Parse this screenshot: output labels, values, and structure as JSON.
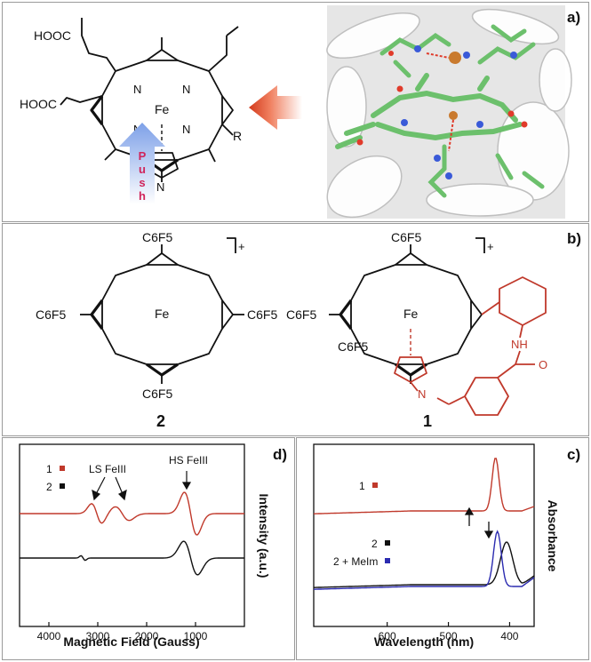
{
  "panels": {
    "a": {
      "label": "a)"
    },
    "b": {
      "label": "b)"
    },
    "c": {
      "label": "c)"
    },
    "d": {
      "label": "d)"
    }
  },
  "panel_a": {
    "acid_top": "HOOC",
    "acid_bottom": "HOOC",
    "fe": "Fe",
    "n": "N",
    "r": "R",
    "push": [
      "P",
      "u",
      "s",
      "h"
    ]
  },
  "panel_b": {
    "charge": "+",
    "c6f5": "C6F5",
    "fe": "Fe",
    "n": "N",
    "nh": "NH",
    "o": "O",
    "compound_1": "1",
    "compound_2": "2"
  },
  "chart_data": [
    {
      "type": "line",
      "panel": "c",
      "xlabel": "Wavelength (nm)",
      "ylabel": "Absorbance",
      "x_reversed": true,
      "xlim": [
        360,
        720
      ],
      "xticks": [
        400,
        500,
        600
      ],
      "series": [
        {
          "name": "1",
          "color": "#c0392b",
          "peak": 423
        },
        {
          "name": "2",
          "color": "#111111",
          "peak": 405
        },
        {
          "name": "2 + MeIm",
          "color": "#2b2bb0",
          "peak": 420
        }
      ]
    },
    {
      "type": "line",
      "panel": "d",
      "xlabel": "Magnetic Field (Gauss)",
      "ylabel": "Intensity (a.u.)",
      "x_reversed": true,
      "xlim": [
        0,
        4600
      ],
      "xticks": [
        1000,
        2000,
        3000,
        4000
      ],
      "series": [
        {
          "name": "1",
          "color": "#c0392b"
        },
        {
          "name": "2",
          "color": "#111111"
        }
      ],
      "annotations": [
        {
          "text": "HS FeIII",
          "x": 1050
        },
        {
          "text": "LS FeIII",
          "x": 2600
        }
      ]
    }
  ]
}
